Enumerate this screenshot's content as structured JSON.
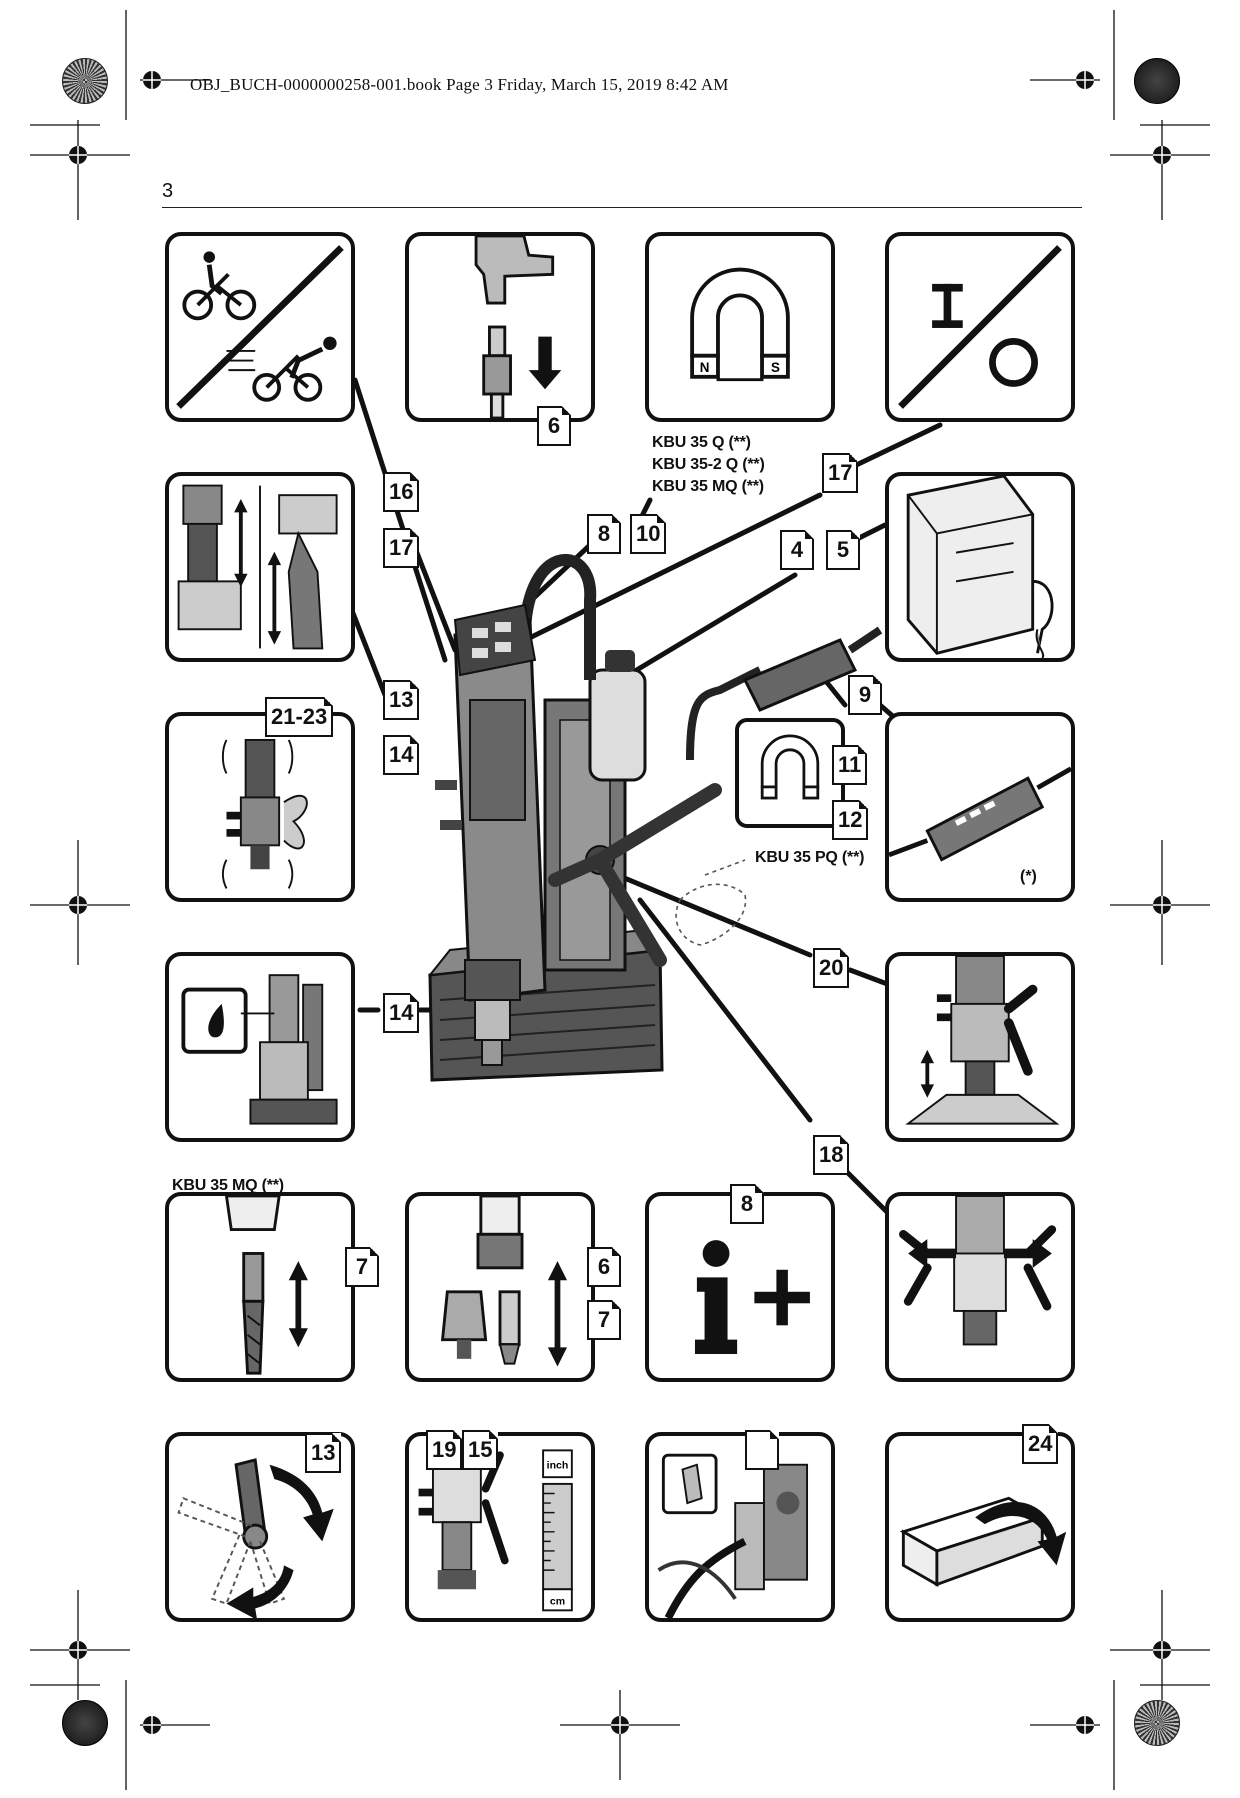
{
  "header": {
    "text": "OBJ_BUCH-0000000258-001.book  Page 3  Friday, March 15, 2019  8:42 AM"
  },
  "page_number": "3",
  "models": {
    "top": [
      "KBU 35 Q (**)",
      "KBU 35-2 Q (**)",
      "KBU 35 MQ (**)"
    ],
    "pq": "KBU 35 PQ (**)",
    "mq_bottom": "KBU 35 MQ (**)"
  },
  "note_single": "(*)",
  "tags": {
    "t6a": "6",
    "t16": "16",
    "t17a": "17",
    "t8a": "8",
    "t10": "10",
    "t4": "4",
    "t5": "5",
    "t17b": "17",
    "t13a": "13",
    "t14a": "14",
    "t2123": "21-23",
    "t9": "9",
    "t11": "11",
    "t12": "12",
    "t20": "20",
    "t14b": "14",
    "t18": "18",
    "t7a": "7",
    "t6b": "6",
    "t7b": "7",
    "t8b": "8",
    "t13b": "13",
    "t19": "19",
    "t15": "15",
    "t24": "24"
  },
  "icons": {
    "rulers": {
      "inch": "inch",
      "cm": "cm"
    },
    "magnet": {
      "n": "N",
      "s": "S"
    }
  }
}
